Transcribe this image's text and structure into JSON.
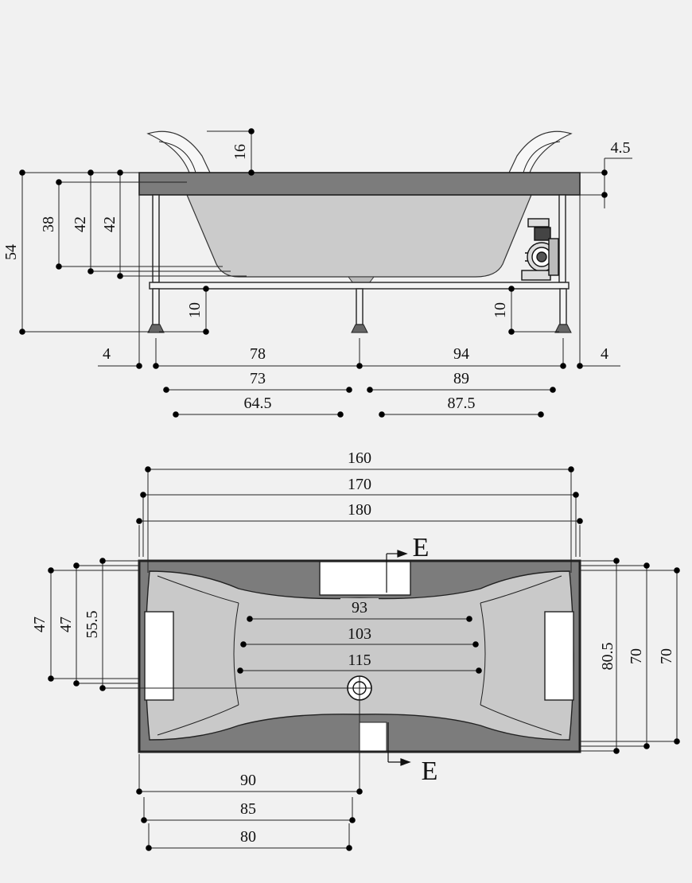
{
  "colors": {
    "background": "#f1f1f1",
    "rim": "#7c7c7c",
    "basin": "#c9c9c9",
    "outline": "#222222",
    "insert": "#ffffff"
  },
  "side_view": {
    "labels": {
      "rim_thickness": "4.5",
      "headrest_height": "16",
      "total_height": "54",
      "inner_depth": "38",
      "depth_left_1": "42",
      "depth_left_2": "42",
      "leg_height_left": "10",
      "leg_height_right": "10",
      "overhang_left": "4",
      "overhang_right": "4",
      "span_left_1": "78",
      "span_left_2": "73",
      "span_left_3": "64.5",
      "span_right_1": "94",
      "span_right_2": "89",
      "span_right_3": "87.5"
    }
  },
  "top_view": {
    "labels": {
      "length_1": "160",
      "length_2": "170",
      "length_3": "180",
      "inner_1": "93",
      "inner_2": "103",
      "inner_3": "115",
      "width_left_1": "47",
      "width_left_2": "47",
      "width_left_3": "55.5",
      "width_right_1": "80.5",
      "width_right_2": "70",
      "width_right_3": "70",
      "drain_1": "90",
      "drain_2": "85",
      "drain_3": "80",
      "section_top": "E",
      "section_bottom": "E"
    }
  }
}
